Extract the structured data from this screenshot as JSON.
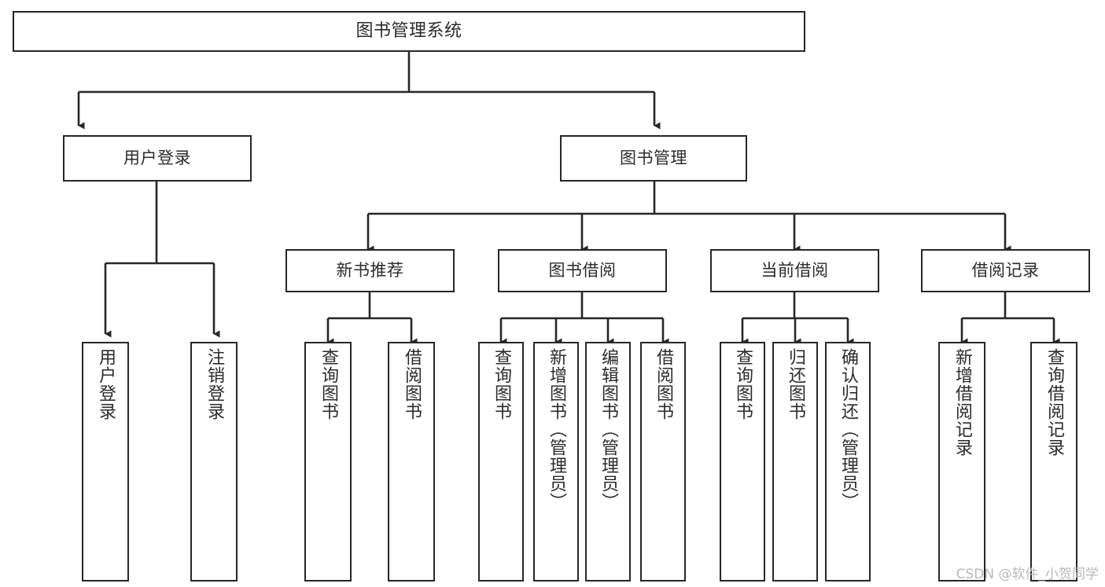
{
  "diagram": {
    "title": "图书管理系统",
    "type": "tree",
    "watermark": "CSDN @软件_小贺同学",
    "line_color": "#272727",
    "box_fill": "#ffffff",
    "text_color": "#2b2b2b",
    "nodes": {
      "root": {
        "label": "图书管理系统"
      },
      "level2": [
        {
          "label": "用户登录"
        },
        {
          "label": "图书管理"
        }
      ],
      "level3": [
        {
          "label": "新书推荐"
        },
        {
          "label": "图书借阅"
        },
        {
          "label": "当前借阅"
        },
        {
          "label": "借阅记录"
        }
      ],
      "leaves": {
        "user_login": [
          {
            "label": "用户登录"
          },
          {
            "label": "注销登录"
          }
        ],
        "new_book": [
          {
            "label": "查询图书"
          },
          {
            "label": "借阅图书"
          }
        ],
        "borrow": [
          {
            "label": "查询图书"
          },
          {
            "label": "新增图书（管理员）"
          },
          {
            "label": "编辑图书（管理员）"
          },
          {
            "label": "借阅图书"
          }
        ],
        "current": [
          {
            "label": "查询图书"
          },
          {
            "label": "归还图书"
          },
          {
            "label": "确认归还（管理员）"
          }
        ],
        "records": [
          {
            "label": "新增借阅记录"
          },
          {
            "label": "查询借阅记录"
          }
        ]
      }
    }
  }
}
